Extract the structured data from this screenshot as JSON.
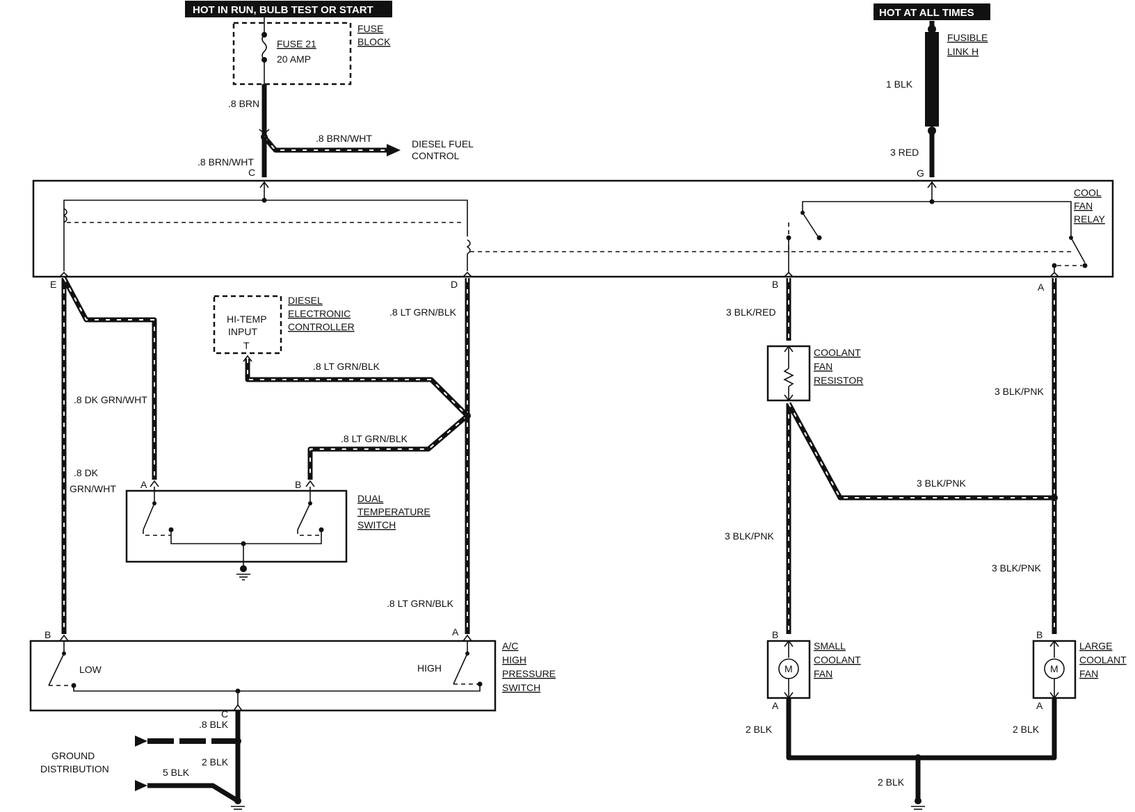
{
  "power": {
    "hot_run": "HOT IN RUN, BULB TEST OR START",
    "hot_all": "HOT AT ALL TIMES"
  },
  "fuse_block": {
    "fuse": "FUSE 21",
    "amp": "20 AMP",
    "label1": "FUSE",
    "label2": "BLOCK"
  },
  "fusible_link": {
    "label1": "FUSIBLE",
    "label2": "LINK H"
  },
  "diesel_fuel_control": {
    "line1": "DIESEL FUEL",
    "line2": "CONTROL"
  },
  "relay": {
    "line1": "COOL",
    "line2": "FAN",
    "line3": "RELAY"
  },
  "controller": {
    "input1": "HI-TEMP",
    "input2": "INPUT",
    "term": "T",
    "line1": "DIESEL",
    "line2": "ELECTRONIC",
    "line3": "CONTROLLER"
  },
  "dual_switch": {
    "line1": "DUAL",
    "line2": "TEMPERATURE",
    "line3": "SWITCH"
  },
  "resistor": {
    "line1": "COOLANT",
    "line2": "FAN",
    "line3": "RESISTOR"
  },
  "ac_switch": {
    "line1": "A/C",
    "line2": "HIGH",
    "line3": "PRESSURE",
    "line4": "SWITCH",
    "low": "LOW",
    "high": "HIGH"
  },
  "small_fan": {
    "line1": "SMALL",
    "line2": "COOLANT",
    "line3": "FAN"
  },
  "large_fan": {
    "line1": "LARGE",
    "line2": "COOLANT",
    "line3": "FAN"
  },
  "motor": "M",
  "ground": {
    "line1": "GROUND",
    "line2": "DISTRIBUTION"
  },
  "pins": {
    "c": "C",
    "g": "G",
    "e": "E",
    "d": "D",
    "b": "B",
    "a": "A",
    "ts_a": "A",
    "ts_b": "B",
    "ac_b": "B",
    "ac_a": "A",
    "ac_c": "C",
    "sf_b": "B",
    "sf_a": "A",
    "lf_b": "B",
    "lf_a": "A"
  },
  "wires": {
    "brn": ".8 BRN",
    "brn_wht": ".8 BRN/WHT",
    "brn_wht_c": ".8 BRN/WHT",
    "blk1": "1 BLK",
    "red3": "3 RED",
    "dk_grn_wht": ".8 DK GRN/WHT",
    "dk": ".8 DK",
    "grn_wht": "GRN/WHT",
    "lt_grn_blk_d": ".8 LT GRN/BLK",
    "lt_grn_blk_t": ".8 LT GRN/BLK",
    "lt_grn_blk_b": ".8 LT GRN/BLK",
    "lt_grn_blk_a": ".8 LT GRN/BLK",
    "blk_red": "3 BLK/RED",
    "blk_pnk_a": "3 BLK/PNK",
    "blk_pnk_h": "3 BLK/PNK",
    "blk_pnk_v": "3 BLK/PNK",
    "blk_pnk_r": "3 BLK/PNK",
    "blk8": ".8 BLK",
    "blk2a": "2 BLK",
    "blk5": "5 BLK",
    "blk2_sf": "2 BLK",
    "blk2_lf": "2 BLK",
    "blk2_gnd": "2 BLK"
  }
}
